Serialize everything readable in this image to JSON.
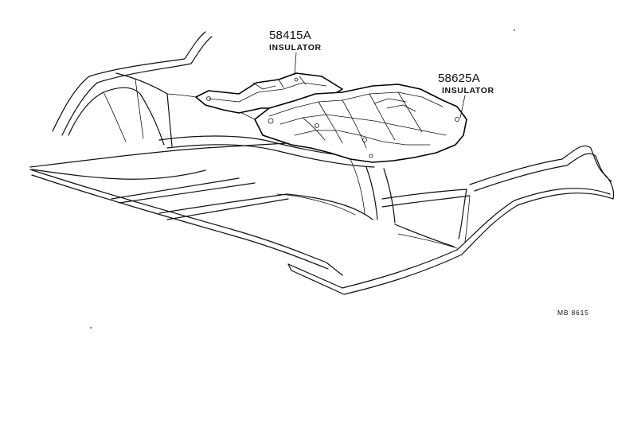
{
  "parts": [
    {
      "number": "58415A",
      "name": "INSULATOR"
    },
    {
      "number": "58625A",
      "name": "INSULATOR"
    }
  ],
  "diagram_code": "MB  8615"
}
